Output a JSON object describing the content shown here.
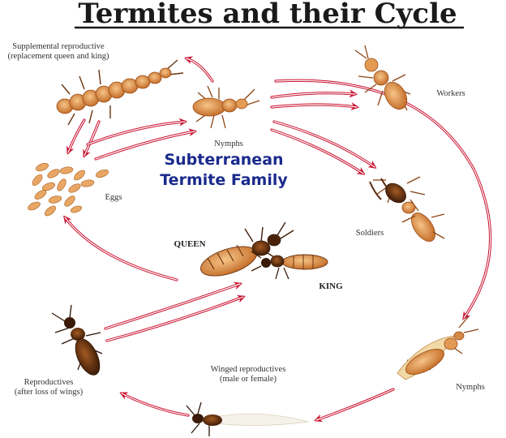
{
  "title": "Termites and their Cycle",
  "center_label": {
    "line1": "Subterranean",
    "line2": "Termite Family"
  },
  "stages": {
    "supplemental": {
      "line1": "Supplemental reproductive",
      "line2": "(replacement queen and king)"
    },
    "nymphs_top": "Nymphs",
    "workers": "Workers",
    "eggs": "Eggs",
    "soldiers": "Soldiers",
    "queen": "QUEEN",
    "king": "KING",
    "reproductives": {
      "line1": "Reproductives",
      "line2": "(after loss of wings)"
    },
    "winged": {
      "line1": "Winged reproductives",
      "line2": "(male or female)"
    },
    "nymphs_bottom": "Nymphs"
  },
  "colors": {
    "arrow": "#c8102e",
    "body_light": "#e8a25c",
    "body_dark": "#7a3b12",
    "egg": "#e9a765",
    "center_text": "#1a2a8c"
  },
  "icons": [
    "supplemental-reproductive-termite-icon",
    "nymph-termite-icon",
    "worker-termite-icon",
    "eggs-cluster-icon",
    "soldier-termite-icon",
    "queen-termite-icon",
    "king-termite-icon",
    "dealate-reproductive-termite-icon",
    "winged-reproductive-termite-icon",
    "winged-nymph-termite-icon"
  ]
}
